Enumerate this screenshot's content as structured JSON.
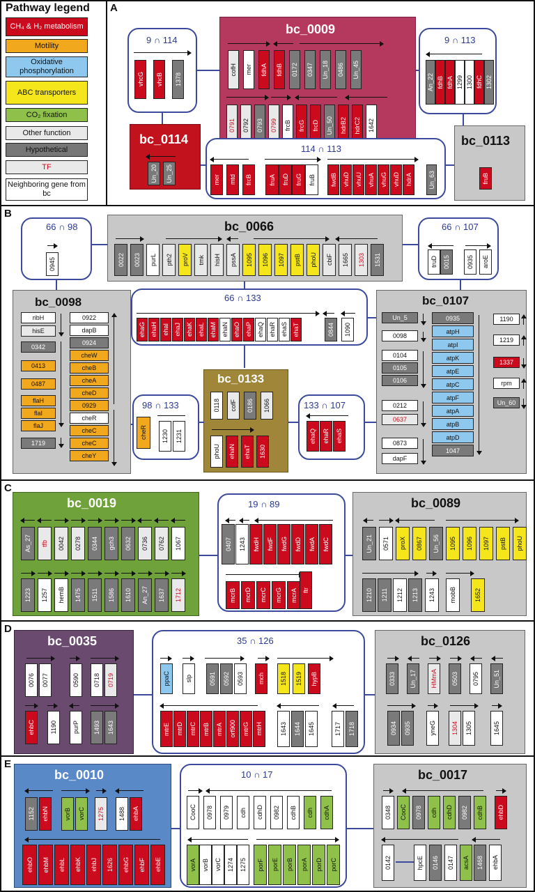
{
  "legend": {
    "title": "Pathway legend",
    "items": [
      {
        "label": "CH₄ & H₂ metabolism",
        "color": "#cc0a1e",
        "text": "#fff"
      },
      {
        "label": "Motility",
        "color": "#f2a81d",
        "text": "#111"
      },
      {
        "label": "Oxidative phosphorylation",
        "color": "#8ec8ef",
        "text": "#111"
      },
      {
        "label": "ABC transporters",
        "color": "#f5e61c",
        "text": "#111"
      },
      {
        "label": "CO₂ fixation",
        "color": "#8fc14a",
        "text": "#111"
      },
      {
        "label": "Other function",
        "color": "#e9e9e9",
        "text": "#111"
      },
      {
        "label": "Hypothetical",
        "color": "#777777",
        "text": "#111"
      },
      {
        "label": "TF",
        "color": "#e9e9e9",
        "text": "#cc0a1e"
      },
      {
        "label": "Neighboring gene from bc",
        "color": "#ffffff",
        "text": "#111"
      }
    ]
  },
  "panels": {
    "a": "A",
    "b": "B",
    "c": "C",
    "d": "D",
    "e": "E"
  },
  "titles": {
    "bc_0009": "bc_0009",
    "bc_0114": "bc_0114",
    "bc_0113": "bc_0113",
    "bc_0066": "bc_0066",
    "bc_0098": "bc_0098",
    "bc_0107": "bc_0107",
    "bc_0133": "bc_0133",
    "bc_0019": "bc_0019",
    "bc_0089": "bc_0089",
    "bc_0035": "bc_0035",
    "bc_0126": "bc_0126",
    "bc_0010": "bc_0010",
    "bc_0017": "bc_0017"
  },
  "intersections": {
    "i9_114": "9 ∩ 114",
    "i9_113": "9 ∩ 113",
    "i114_113": "114 ∩ 113",
    "i66_98": "66 ∩ 98",
    "i66_107": "66 ∩ 107",
    "i66_133": "66 ∩ 133",
    "i98_133": "98 ∩ 133",
    "i133_107": "133 ∩ 107",
    "i19_89": "19 ∩ 89",
    "i35_126": "35 ∩ 126",
    "i10_17": "10 ∩ 17"
  },
  "genes": {
    "A_9_114": [
      "vhcG",
      "vhcB",
      "1378"
    ],
    "A_0009_top": [
      "cofH",
      "mer",
      "fdhA",
      "fdhB",
      "0172",
      "0347",
      "Un_18",
      "0486",
      "Un_45"
    ],
    "A_0009_bot": [
      "0791",
      "0792",
      "0793",
      "0799",
      "frcB",
      "frcG",
      "frcD",
      "Un_50",
      "hdrB2",
      "hdrC2",
      "1642"
    ],
    "A_9_113": [
      "An_22",
      "fdhB",
      "fdhA",
      "1299",
      "1300",
      "fdhC",
      "1302"
    ],
    "A_0114": [
      "Un_20",
      "Un_25"
    ],
    "A_114_113": [
      "mer",
      "mtd",
      "frcB",
      "fruA",
      "fruD",
      "fruG",
      "fruB",
      "fwdB",
      "vhuD",
      "vhuU",
      "vhuA",
      "vhuG",
      "vhuD",
      "hdrA",
      "Un_63"
    ],
    "A_0113": [
      "fruB"
    ],
    "B_66_98": [
      "0945"
    ],
    "B_0066": [
      "0022",
      "0023",
      "purL",
      "pth2",
      "proV",
      "tmk",
      "hisH",
      "pssA",
      "1095",
      "1096",
      "1097",
      "pstB",
      "phoU",
      "cbiF",
      "1665",
      "1303",
      "1531"
    ],
    "B_66_107": [
      "truD",
      "0015",
      "0935",
      "aroE"
    ],
    "B_0098_l": [
      "ribH",
      "hisE",
      "0342",
      "0413",
      "0487",
      "flaH",
      "flaI",
      "flaJ",
      "1719"
    ],
    "B_0098_r": [
      "0922",
      "dapB",
      "0924",
      "cheW",
      "cheB",
      "cheA",
      "cheD",
      "0929",
      "cheR",
      "cheC",
      "cheC",
      "cheY"
    ],
    "B_66_133": [
      "ehaG",
      "ehaH",
      "ehaI",
      "ehaJ",
      "ehaK",
      "ehaL",
      "ehaM",
      "ehaN",
      "ehaO",
      "ehaP",
      "ehaQ",
      "ehaR",
      "ehaS",
      "ehaT",
      "0844",
      "1090"
    ],
    "B_0107_a": [
      "Un_5",
      "0098",
      "0104",
      "0105",
      "0106",
      "0212",
      "0637",
      "0873",
      "dapF"
    ],
    "B_0107_b": [
      "0935",
      "atpH",
      "atpI",
      "atpK",
      "atpE",
      "atpC",
      "atpF",
      "atpA",
      "atpB",
      "atpD",
      "1047"
    ],
    "B_0107_c": [
      "1190",
      "1219",
      "1337",
      "rpm",
      "Un_60"
    ],
    "B_98_133": [
      "cheR",
      "1230",
      "1231"
    ],
    "B_0133": [
      "0118",
      "cofF",
      "0186",
      "1066",
      "phoU",
      "ehaN",
      "ehaT",
      "1630"
    ],
    "B_133_107": [
      "ehaQ",
      "ehaR",
      "ehaS"
    ],
    "C_0019_top": [
      "As_27",
      "tfb",
      "0042",
      "0278",
      "0344",
      "gch3",
      "0632",
      "0736",
      "0762",
      "1067"
    ],
    "C_0019_bot": [
      "1223",
      "1257",
      "hemB",
      "1475",
      "1511",
      "1586",
      "1610",
      "An_27",
      "1637",
      "1712"
    ],
    "C_19_89_top": [
      "0407",
      "1243",
      "fwdH",
      "fwdF",
      "fwdG",
      "fwdD",
      "fwdA",
      "fwdC"
    ],
    "C_19_89_bot": [
      "mcrB",
      "mcrD",
      "mcrC",
      "mcrG",
      "mcrA",
      "ftr"
    ],
    "C_0089_top": [
      "Un_21",
      "0571",
      "proX",
      "0867",
      "Un_56",
      "1095",
      "1096",
      "1097",
      "pstB",
      "phoU"
    ],
    "C_0089_bot": [
      "1210",
      "1211",
      "1212",
      "1213",
      "1243",
      "mobB",
      "1652"
    ],
    "D_0035_top": [
      "0076",
      "0077",
      "0590",
      "0718",
      "0719"
    ],
    "D_0035_bot": [
      "ehbC",
      "1190",
      "purP",
      "1493",
      "1643"
    ],
    "D_35_126_top": [
      "ppaC",
      "slp",
      "0591",
      "0592",
      "0593",
      "mch",
      "1518",
      "1519",
      "hypB"
    ],
    "D_35_126_bot": [
      "mtrE",
      "mtrD",
      "mtrC",
      "mtrB",
      "mtrA",
      "orf900",
      "mtrG",
      "mtrH",
      "1643",
      "1644",
      "1645",
      "1717",
      "1718"
    ],
    "D_0126_top": [
      "0333",
      "Un_17",
      "HMmA",
      "0503",
      "0795",
      "Un_51"
    ],
    "D_0126_bot": [
      "0934",
      "0935",
      "yneG",
      "1304",
      "1305",
      "1645"
    ],
    "E_0010_top": [
      "1152",
      "ehbN",
      "vorB",
      "vorC",
      "1275",
      "1488",
      "ehbA"
    ],
    "E_0010_bot": [
      "ehbO",
      "ehbM",
      "ehbL",
      "ehbK",
      "ehbJ",
      "1626",
      "ehbG",
      "ehbF",
      "ehbE"
    ],
    "E_10_17_top": [
      "CooC",
      "0978",
      "0979",
      "cdh",
      "cdhD",
      "0982",
      "cdhB",
      "cdh",
      "cdhA"
    ],
    "E_10_17_bot": [
      "vorA",
      "vorB",
      "vorC",
      "1274",
      "1275",
      "porF",
      "porE",
      "porB",
      "porA",
      "porD",
      "porC"
    ],
    "E_0017_top": [
      "0348",
      "CooC",
      "0978",
      "cdh",
      "cdhD",
      "0982",
      "cdhB",
      "ehbD"
    ],
    "E_0017_bot": [
      "0142",
      "hpcE",
      "0146",
      "0147",
      "acsA",
      "1468",
      "ehbA"
    ]
  }
}
